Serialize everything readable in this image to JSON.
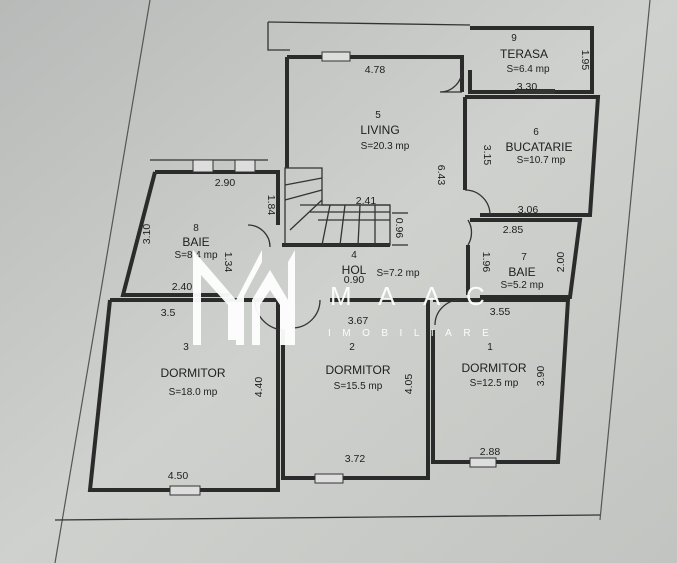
{
  "rooms": [
    {
      "id": "9",
      "name": "TERASA",
      "area": "S=6.4 mp"
    },
    {
      "id": "5",
      "name": "LIVING",
      "area": "S=20.3 mp"
    },
    {
      "id": "6",
      "name": "BUCATARIE",
      "area": "S=10.7 mp"
    },
    {
      "id": "8",
      "name": "BAIE",
      "area": "S=8.4 mp"
    },
    {
      "id": "4",
      "name": "HOL",
      "area": "S=7.2 mp"
    },
    {
      "id": "7",
      "name": "BAIE",
      "area": "S=5.2 mp"
    },
    {
      "id": "3",
      "name": "DORMITOR",
      "area": "S=18.0 mp"
    },
    {
      "id": "2",
      "name": "DORMITOR",
      "area": "S=15.5 mp"
    },
    {
      "id": "1",
      "name": "DORMITOR",
      "area": "S=12.5 mp"
    }
  ],
  "dimensions": {
    "living_top": "4.78",
    "terasa_side": "1.95",
    "terasa_bottom": "3.30",
    "bucatarie_side": "3.15",
    "living_side": "6.43",
    "bucatarie_bottom": "3.06",
    "baie7_top": "2.85",
    "baie7_left": "1.96",
    "baie7_right": "2.00",
    "baie8_top": "2.90",
    "baie8_right": "1.84",
    "baie8_left": "3.10",
    "baie8_bottom": "2.40",
    "stairs_width": "2.41",
    "stairs_depth": "0.96",
    "hol_a": "1.34",
    "hol_b": "0.90",
    "hol_c": "3.5",
    "dorm2_top": "3.67",
    "dorm1_top": "3.55",
    "dorm3_side": "4.40",
    "dorm2_side": "4.05",
    "dorm1_side": "3.90",
    "dorm3_bottom": "4.50",
    "dorm2_bottom": "3.72",
    "dorm1_bottom": "2.88"
  },
  "watermark": {
    "brand": "MAAC",
    "letters": [
      "M",
      "A",
      "A",
      "C"
    ],
    "sub": "IMOBILIARE"
  },
  "colors": {
    "paper": "#c4c6c3",
    "ink": "#2b2b2b",
    "watermark": "#ffffff"
  }
}
